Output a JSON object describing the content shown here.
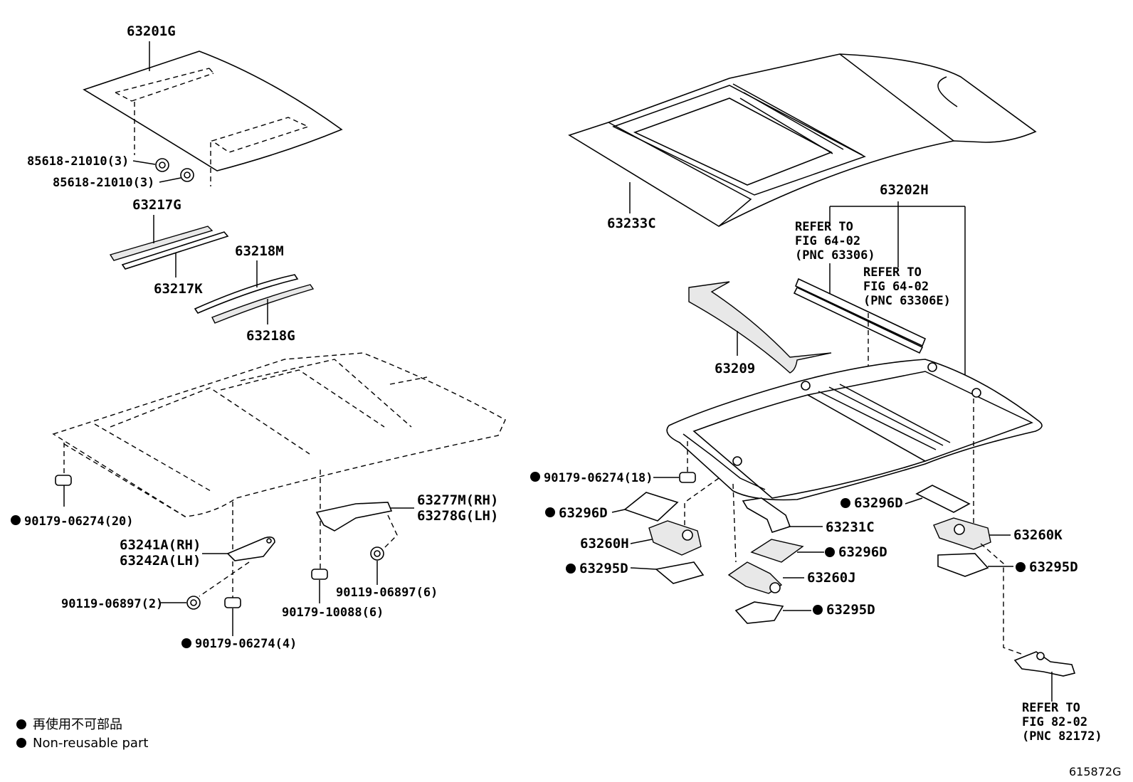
{
  "parts": {
    "p63201G": "63201G",
    "p85618a": "85618-21010(3)",
    "p85618b": "85618-21010(3)",
    "p63217G": "63217G",
    "p63217K": "63217K",
    "p63218M": "63218M",
    "p63218G": "63218G",
    "p90179_20": "90179-06274(20)",
    "p63241A": "63241A(RH)",
    "p63242A": "63242A(LH)",
    "p90119_2": "90119-06897(2)",
    "p90179_4": "90179-06274(4)",
    "p63277M": "63277M(RH)",
    "p63278G": "63278G(LH)",
    "p90119_6": "90119-06897(6)",
    "p90179_10088": "90179-10088(6)",
    "p63233C": "63233C",
    "p63202H": "63202H",
    "p63209": "63209",
    "p90179_18": "90179-06274(18)",
    "p63296D_a": "63296D",
    "p63260H": "63260H",
    "p63295D_a": "63295D",
    "p63231C": "63231C",
    "p63296D_b": "63296D",
    "p63260J": "63260J",
    "p63295D_b": "63295D",
    "p63296D_c": "63296D",
    "p63260K": "63260K",
    "p63295D_c": "63295D"
  },
  "refs": {
    "ref1": [
      "REFER TO",
      "FIG 64-02",
      "(PNC 63306)"
    ],
    "ref2": [
      "REFER TO",
      "FIG 64-02",
      "(PNC 63306E)"
    ],
    "ref3": [
      "REFER TO",
      "FIG 82-02",
      "(PNC 82172)"
    ]
  },
  "legend": {
    "line1": "再使用不可部品",
    "line2": "Non-reusable part"
  },
  "figure_id": "615872G"
}
